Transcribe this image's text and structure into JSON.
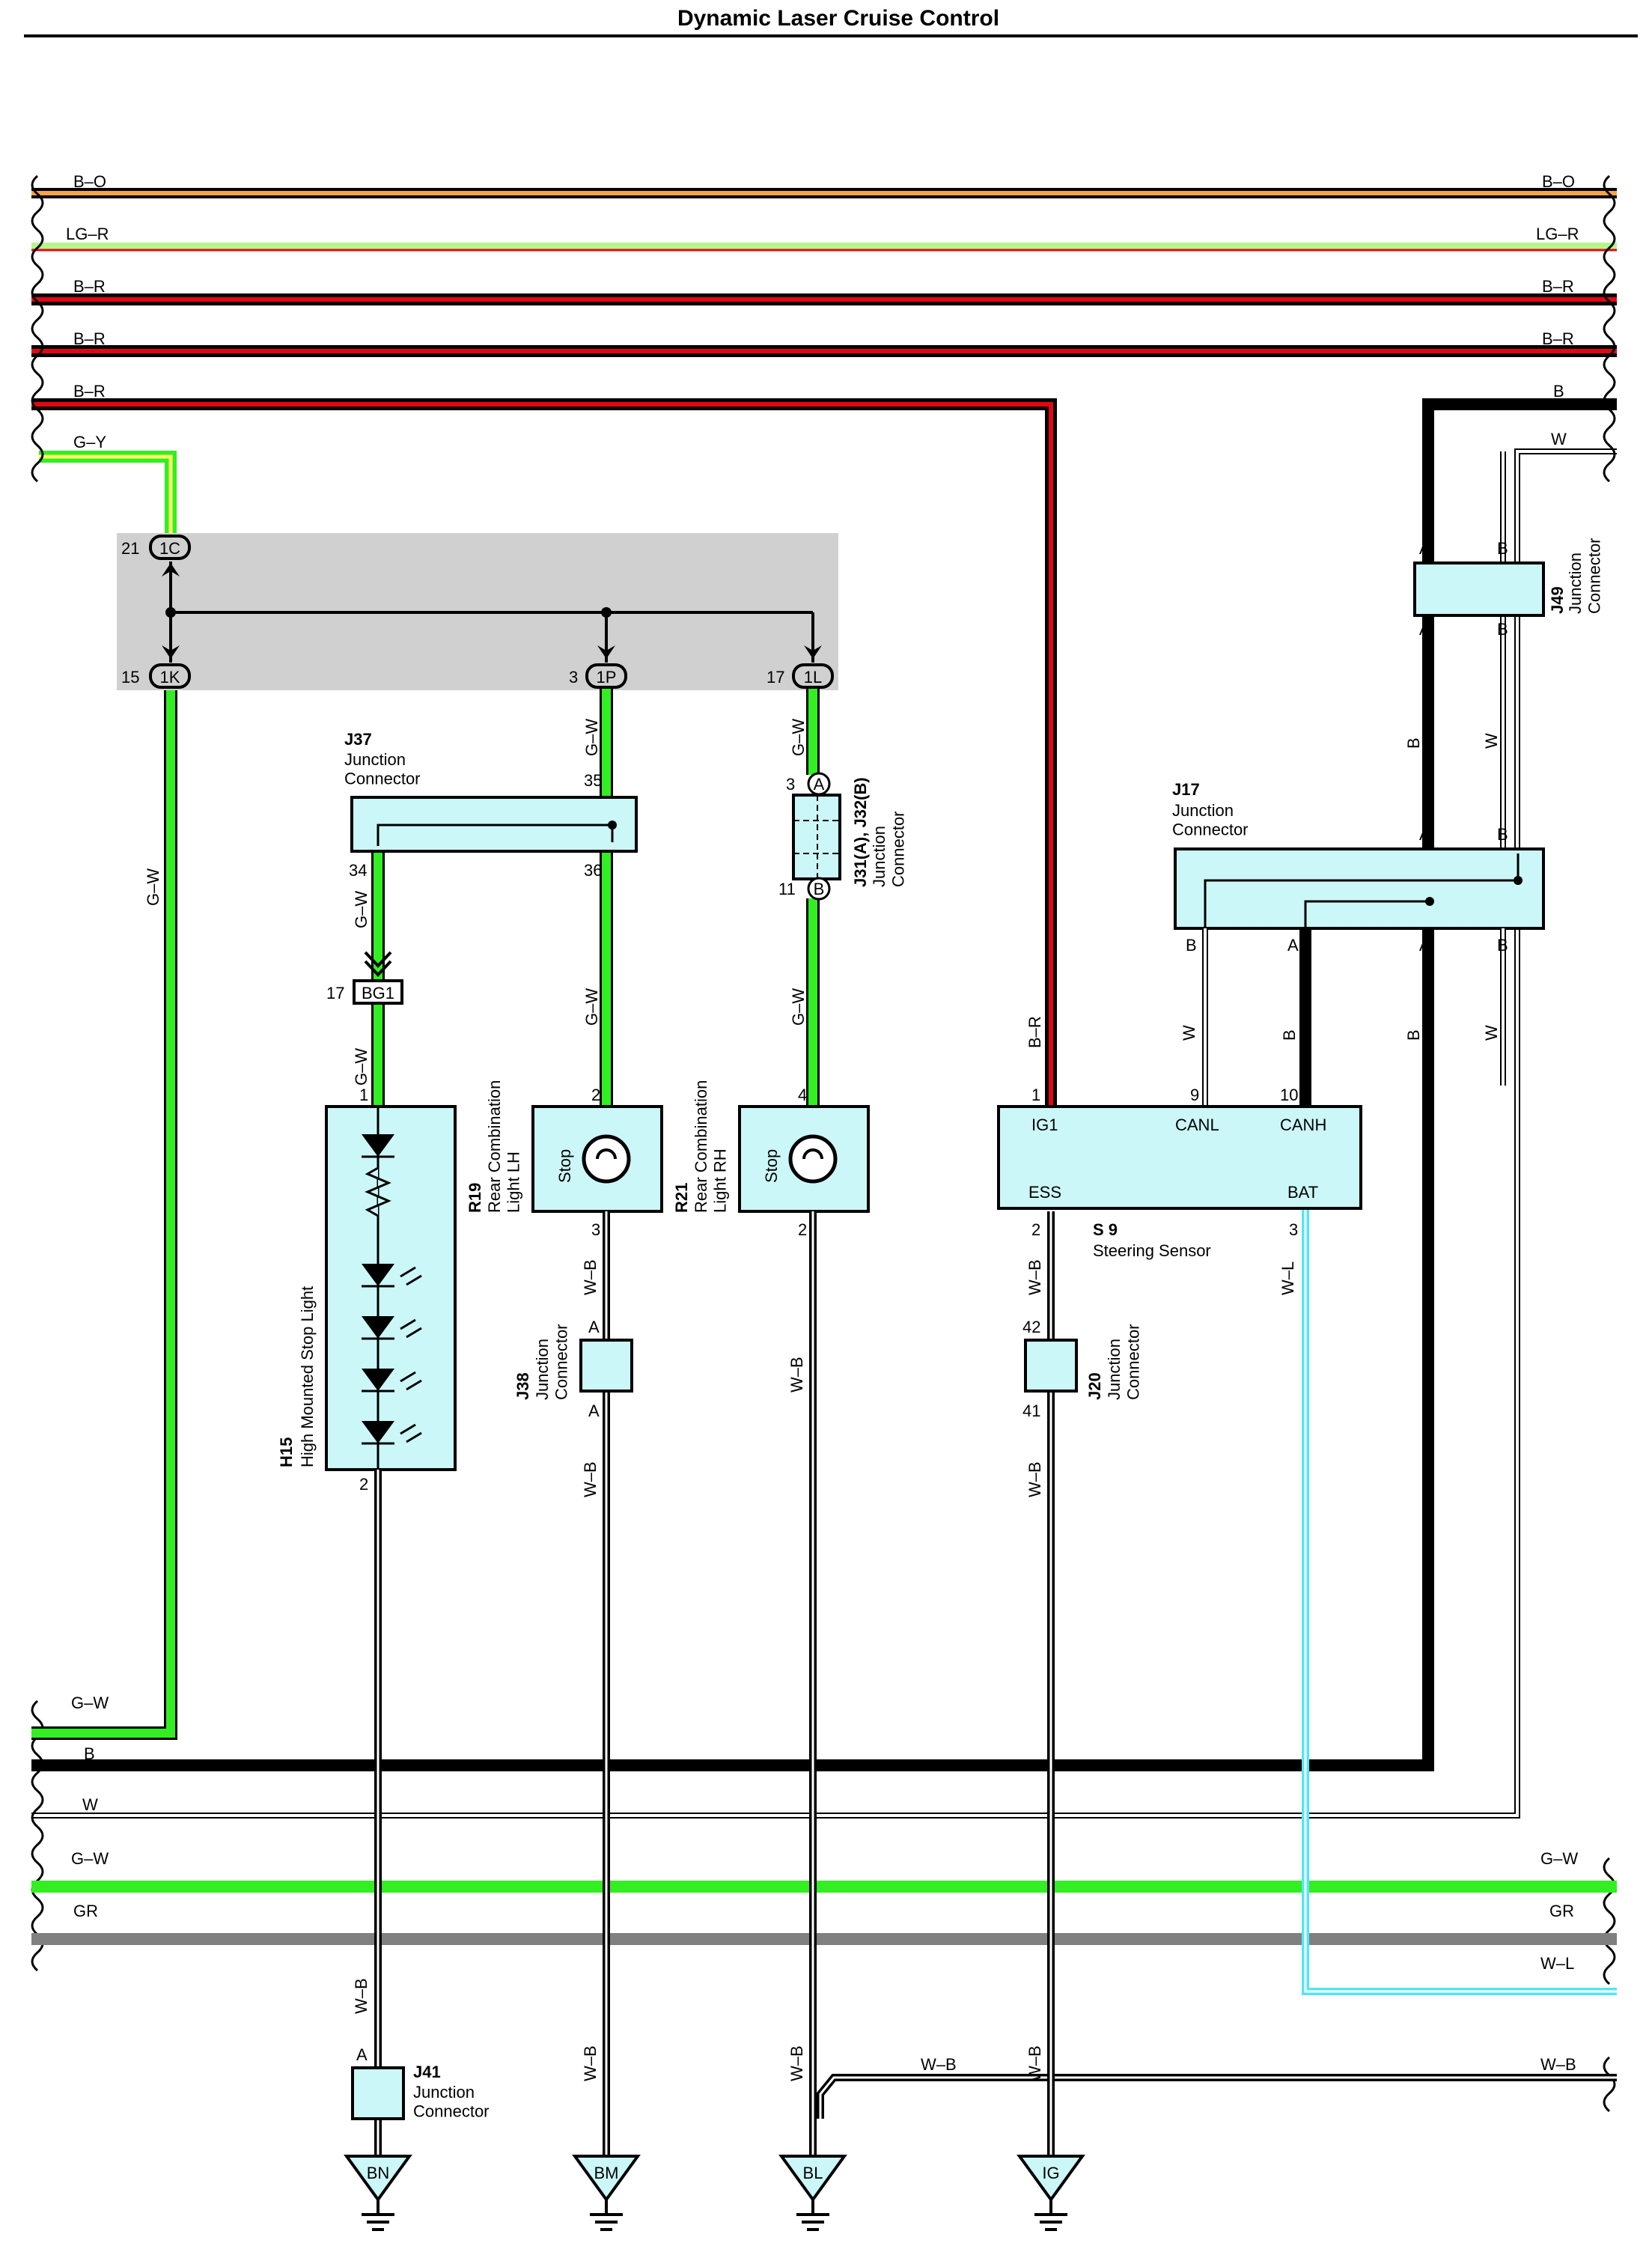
{
  "title": "Dynamic Laser Cruise Control",
  "colors": {
    "black": "#000000",
    "orange": "#f6a34a",
    "red": "#e30613",
    "green": "#33ee22",
    "lightgreen": "#b6f58e",
    "yellow": "#ffff66",
    "gray": "#808080",
    "cyan": "#55e5f5",
    "component_fill": "#ccf7f8",
    "junction_block": "#d0d0d0"
  },
  "wires": {
    "bo": "B–O",
    "lgr": "LG–R",
    "br": "B–R",
    "gy": "G–Y",
    "b": "B",
    "w": "W",
    "gw": "G–W",
    "gr": "GR",
    "wl": "W–L",
    "wb": "W–B"
  },
  "connectors": {
    "c1C": "1C",
    "c1K": "1K",
    "c1P": "1P",
    "c1L": "1L",
    "bg1": "BG1",
    "a": "A",
    "b": "B"
  },
  "pins": {
    "p1": "1",
    "p2": "2",
    "p3": "3",
    "p4": "4",
    "p9": "9",
    "p10": "10",
    "p11": "11",
    "p15": "15",
    "p17": "17",
    "p21": "21",
    "p34": "34",
    "p35": "35",
    "p36": "36",
    "p41": "41",
    "p42": "42"
  },
  "components": {
    "j37": {
      "id": "J37",
      "name": "Junction\nConnector"
    },
    "j31": {
      "id": "J31(A), J32(B)",
      "name": "Junction\nConnector"
    },
    "j49": {
      "id": "J49",
      "name": "Junction\nConnector"
    },
    "j17": {
      "id": "J17",
      "name": "Junction\nConnector"
    },
    "j38": {
      "id": "J38",
      "name": "Junction\nConnector"
    },
    "j20": {
      "id": "J20",
      "name": "Junction\nConnector"
    },
    "j41": {
      "id": "J41",
      "name": "Junction\nConnector"
    },
    "h15": {
      "id": "H15",
      "name": "High Mounted Stop Light"
    },
    "r19": {
      "id": "R19",
      "name": "Rear Combination\nLight LH",
      "lamp": "Stop"
    },
    "r21": {
      "id": "R21",
      "name": "Rear Combination\nLight RH",
      "lamp": "Stop"
    },
    "s9": {
      "id": "S 9",
      "name": "Steering Sensor",
      "terminals": {
        "ig1": "IG1",
        "canl": "CANL",
        "canh": "CANH",
        "ess": "ESS",
        "bat": "BAT"
      }
    }
  },
  "grounds": {
    "bn": "BN",
    "bm": "BM",
    "bl": "BL",
    "ig": "IG"
  }
}
